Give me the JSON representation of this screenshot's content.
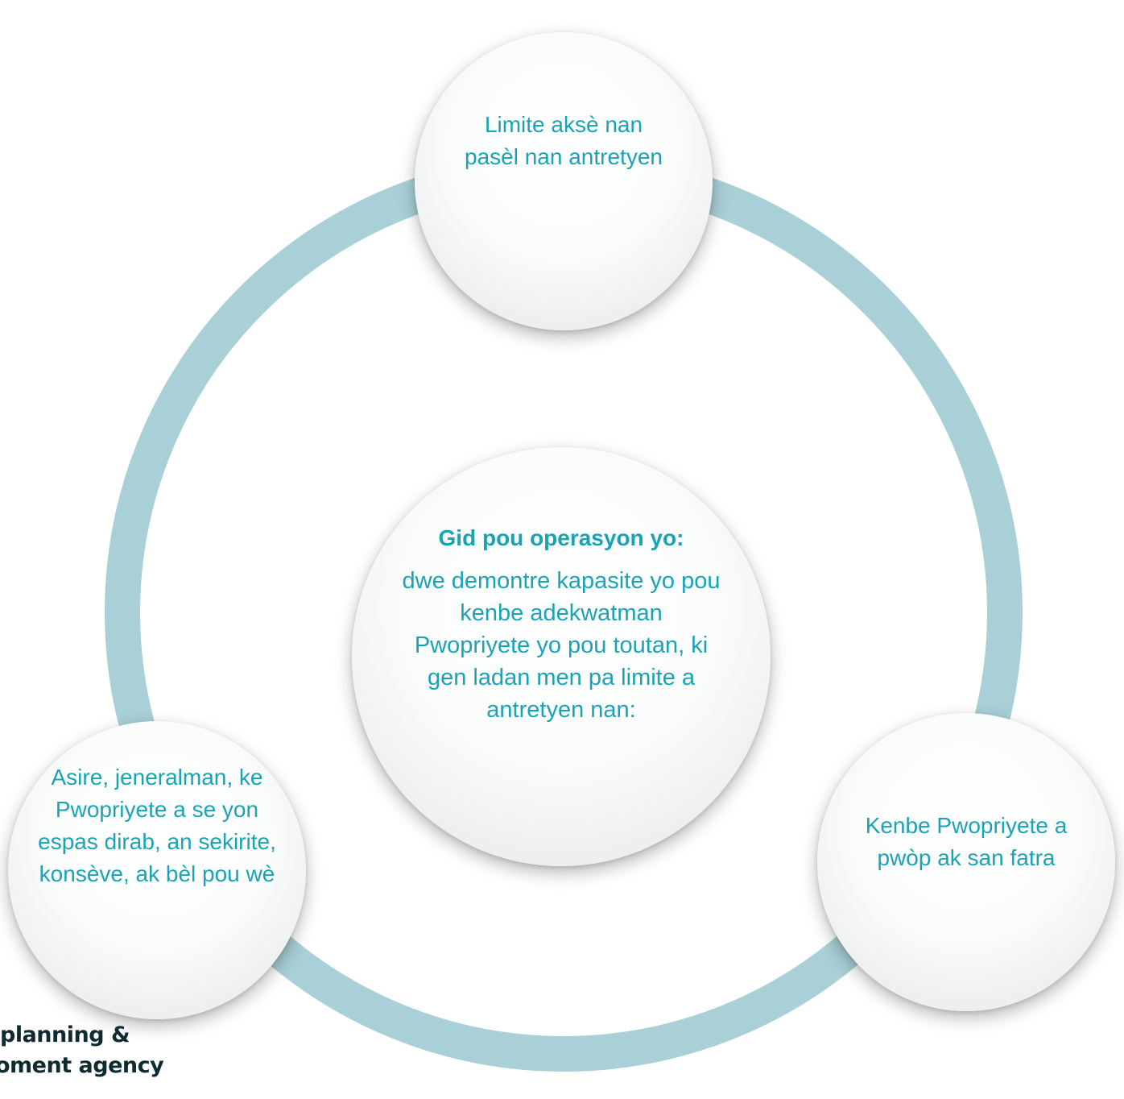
{
  "colors": {
    "ring": "#a9d0d7",
    "text_accent": "#1aa3b3",
    "logo_text": "#0f2a30"
  },
  "nodes": {
    "top": {
      "text": "Limite aksè nan pasèl nan antretyen"
    },
    "center": {
      "heading": "Gid pou operasyon yo:",
      "text": "dwe demontre kapasite yo pou kenbe adekwatman Pwopriyete yo pou toutan, ki gen ladan men pa limite a antretyen nan:"
    },
    "left": {
      "text": "Asire, jeneralman, ke Pwopriyete a se yon espas dirab, an sekirite, konsève, ak bèl pou wè"
    },
    "right": {
      "text": "Kenbe Pwopriyete a pwòp ak san fatra"
    }
  },
  "logo": {
    "line1": "planning &",
    "line2": "oment agency"
  }
}
